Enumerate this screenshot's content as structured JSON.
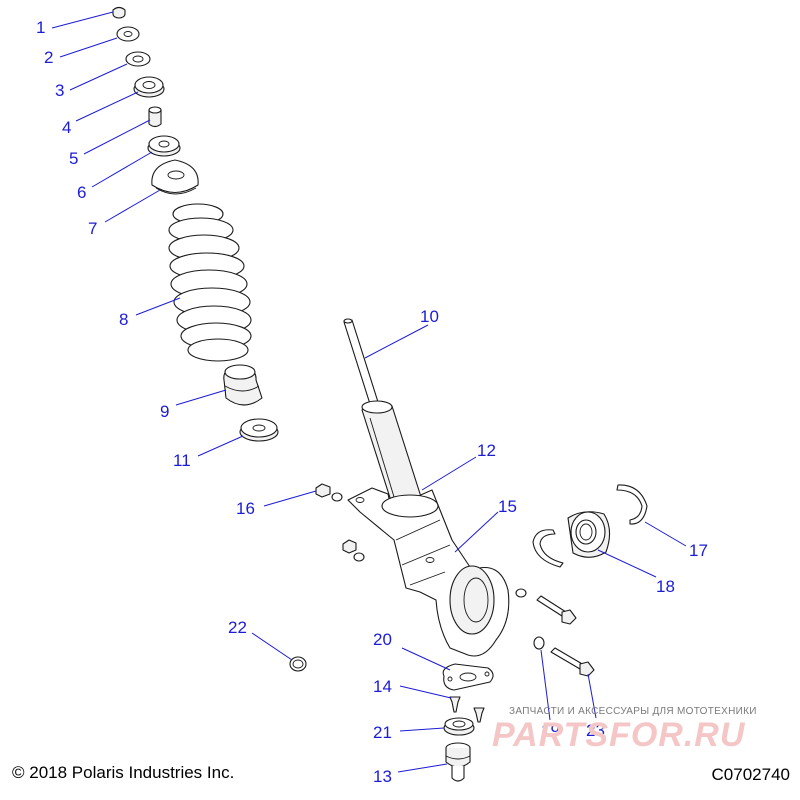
{
  "diagram": {
    "callouts": [
      "1",
      "2",
      "3",
      "4",
      "5",
      "6",
      "7",
      "8",
      "9",
      "10",
      "11",
      "12",
      "13",
      "14",
      "15",
      "16",
      "17",
      "18",
      "19",
      "20",
      "21",
      "22",
      "23"
    ],
    "copyright": "© 2018 Polaris Industries Inc.",
    "drawing_code": "C0702740",
    "watermark": {
      "tagline": "ЗАПЧАСТИ И АКСЕССУАРЫ ДЛЯ МОТОТЕХНИКИ",
      "logo": "PARTSFOR.RU"
    },
    "colors": {
      "callout": "#1c1cd6",
      "line": "#1a1a1a",
      "watermark": "#f5c6c6"
    }
  }
}
